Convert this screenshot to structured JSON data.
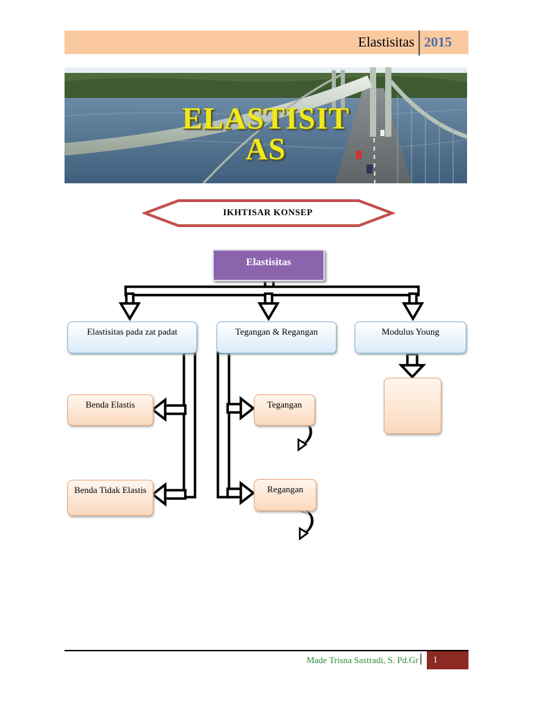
{
  "header": {
    "title": "Elastisitas",
    "year": "2015"
  },
  "banner": {
    "title_line1": "ELASTISIT",
    "title_line2": "AS"
  },
  "concept_map": {
    "section_title": "IKHTISAR KONSEP",
    "root": "Elastisitas",
    "branches": [
      {
        "label": "Elastisitas pada zat padat",
        "children": [
          "Benda Elastis",
          "Benda Tidak Elastis"
        ]
      },
      {
        "label": "Tegangan & Regangan",
        "children": [
          "Tegangan",
          "Regangan"
        ]
      },
      {
        "label": "Modulus Young",
        "children": [
          ""
        ]
      }
    ]
  },
  "footer": {
    "author": "Made Trisna Sastradi, S. Pd.Gr",
    "page": "1"
  },
  "colors": {
    "header_bg": "#fbc9a0",
    "year_color": "#4f6fa8",
    "root_node": "#8a64ad",
    "hexagon_border": "#c0504d",
    "footer_author": "#2e8b32",
    "footer_page_bg": "#8b2a22"
  }
}
